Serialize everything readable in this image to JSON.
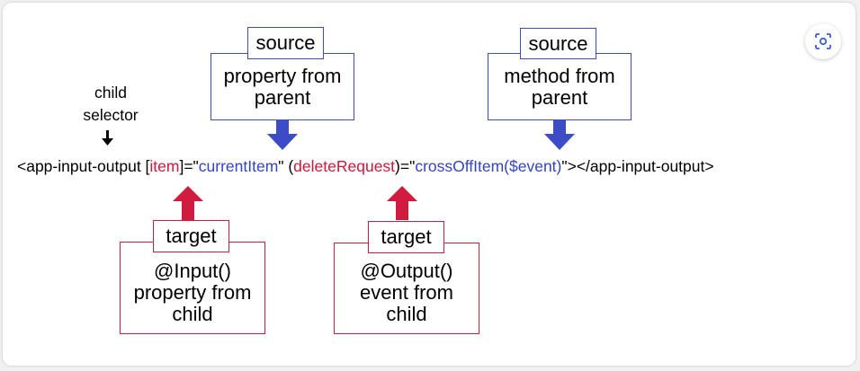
{
  "colors": {
    "blue": "#3b4cc6",
    "red": "#d01c3f"
  },
  "icons": {
    "lens_button": "lens-icon"
  },
  "child_selector_label": [
    "child",
    "selector"
  ],
  "source_boxes": [
    {
      "label": "source",
      "lines": [
        "property from",
        "parent"
      ]
    },
    {
      "label": "source",
      "lines": [
        "method from",
        "parent"
      ]
    }
  ],
  "target_boxes": [
    {
      "label": "target",
      "lines": [
        "@Input()",
        "property from",
        "child"
      ]
    },
    {
      "label": "target",
      "lines": [
        "@Output()",
        "event from",
        "child"
      ]
    }
  ],
  "code": {
    "open_tag": "<app-input-output [",
    "item": "item",
    "eq1": "]=\"",
    "current_item": "currentItem",
    "mid": "\" (",
    "delete_request": "deleteRequest",
    "eq2": ")=\"",
    "cross_off": "crossOffItem($event)",
    "close_tag": "\"></app-input-output>"
  }
}
